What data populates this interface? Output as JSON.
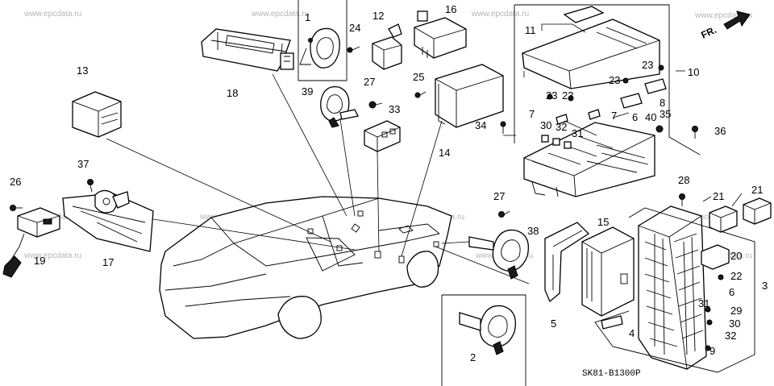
{
  "watermark": "www.epcdata.ru",
  "diagram_code": "SK81-B1300P",
  "direction_label": "FR.",
  "callouts": [
    "1",
    "2",
    "3",
    "4",
    "5",
    "6",
    "7",
    "8",
    "9",
    "10",
    "11",
    "12",
    "13",
    "14",
    "15",
    "16",
    "17",
    "18",
    "19",
    "20",
    "21",
    "22",
    "23",
    "24",
    "25",
    "26",
    "27",
    "28",
    "29",
    "30",
    "31",
    "32",
    "33",
    "34",
    "35",
    "36",
    "37",
    "38",
    "39",
    "40"
  ]
}
